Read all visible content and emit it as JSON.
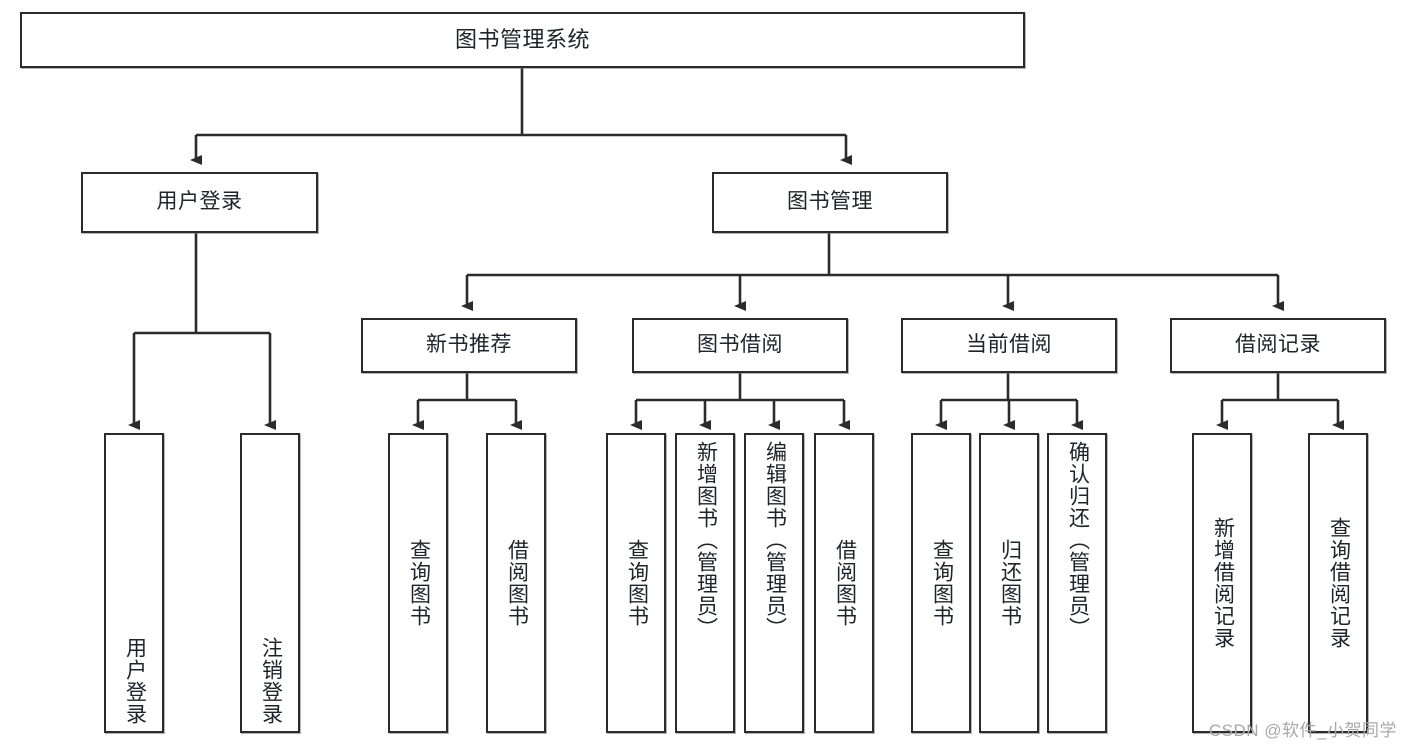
{
  "diagram": {
    "type": "tree",
    "title": "图书管理系统",
    "root": {
      "label": "图书管理系统"
    },
    "level2": [
      {
        "label": "用户登录"
      },
      {
        "label": "图书管理"
      }
    ],
    "level3": [
      {
        "label": "新书推荐"
      },
      {
        "label": "图书借阅"
      },
      {
        "label": "当前借阅"
      },
      {
        "label": "借阅记录"
      }
    ],
    "leaves": {
      "user_login": [
        {
          "label": "用户登录"
        },
        {
          "label": "注销登录"
        }
      ],
      "new_book_recommend": [
        {
          "label": "查询图书"
        },
        {
          "label": "借阅图书"
        }
      ],
      "book_borrow": [
        {
          "label": "查询图书"
        },
        {
          "label": "新增图书（管理员）"
        },
        {
          "label": "编辑图书（管理员）"
        },
        {
          "label": "借阅图书"
        }
      ],
      "current_borrow": [
        {
          "label": "查询图书"
        },
        {
          "label": "归还图书"
        },
        {
          "label": "确认归还（管理员）"
        }
      ],
      "borrow_record": [
        {
          "label": "新增借阅记录"
        },
        {
          "label": "查询借阅记录"
        }
      ]
    }
  },
  "watermark": {
    "text": "CSDN @软件_小贺同学"
  },
  "colors": {
    "stroke": "#2b2b2b",
    "fill": "#ffffff",
    "text": "#20242a",
    "watermark": "#a8a8a8"
  }
}
